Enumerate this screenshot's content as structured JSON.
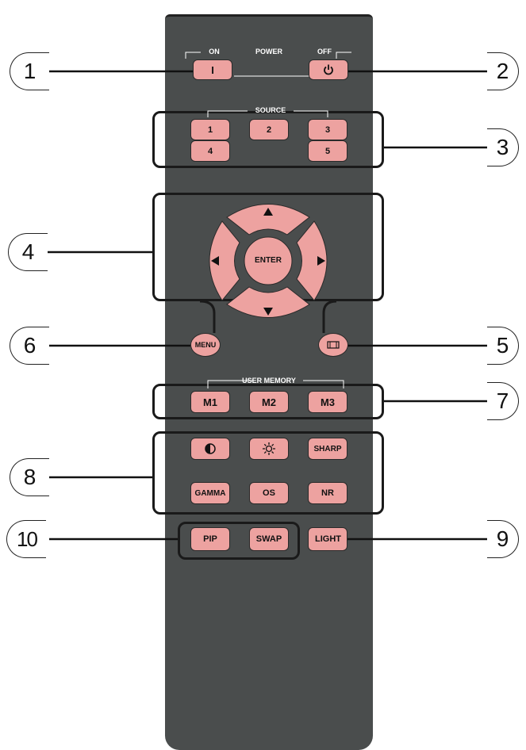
{
  "remote": {
    "power": {
      "label": "POWER",
      "on_label": "ON",
      "off_label": "OFF",
      "on_button": "I",
      "off_icon": "power-icon"
    },
    "source": {
      "label": "SOURCE",
      "buttons": [
        "1",
        "2",
        "3",
        "4",
        "5"
      ]
    },
    "nav": {
      "enter": "ENTER",
      "up_icon": "arrow-up-icon",
      "down_icon": "arrow-down-icon",
      "left_icon": "arrow-left-icon",
      "right_icon": "arrow-right-icon"
    },
    "menu": {
      "label": "MENU"
    },
    "aspect": {
      "icon": "aspect-ratio-icon"
    },
    "user_memory": {
      "label": "USER MEMORY",
      "buttons": [
        "M1",
        "M2",
        "M3"
      ]
    },
    "picture": {
      "row1": {
        "contrast_icon": "contrast-icon",
        "brightness_icon": "brightness-icon",
        "sharp": "SHARP"
      },
      "row2": [
        "GAMMA",
        "OS",
        "NR"
      ]
    },
    "pip": "PIP",
    "swap": "SWAP",
    "light": "LIGHT"
  },
  "callouts": [
    "1",
    "2",
    "3",
    "4",
    "5",
    "6",
    "7",
    "8",
    "9",
    "10"
  ],
  "colors": {
    "body": "#4a4d4d",
    "button": "#eda2a0",
    "outline": "#1a1a1a"
  }
}
